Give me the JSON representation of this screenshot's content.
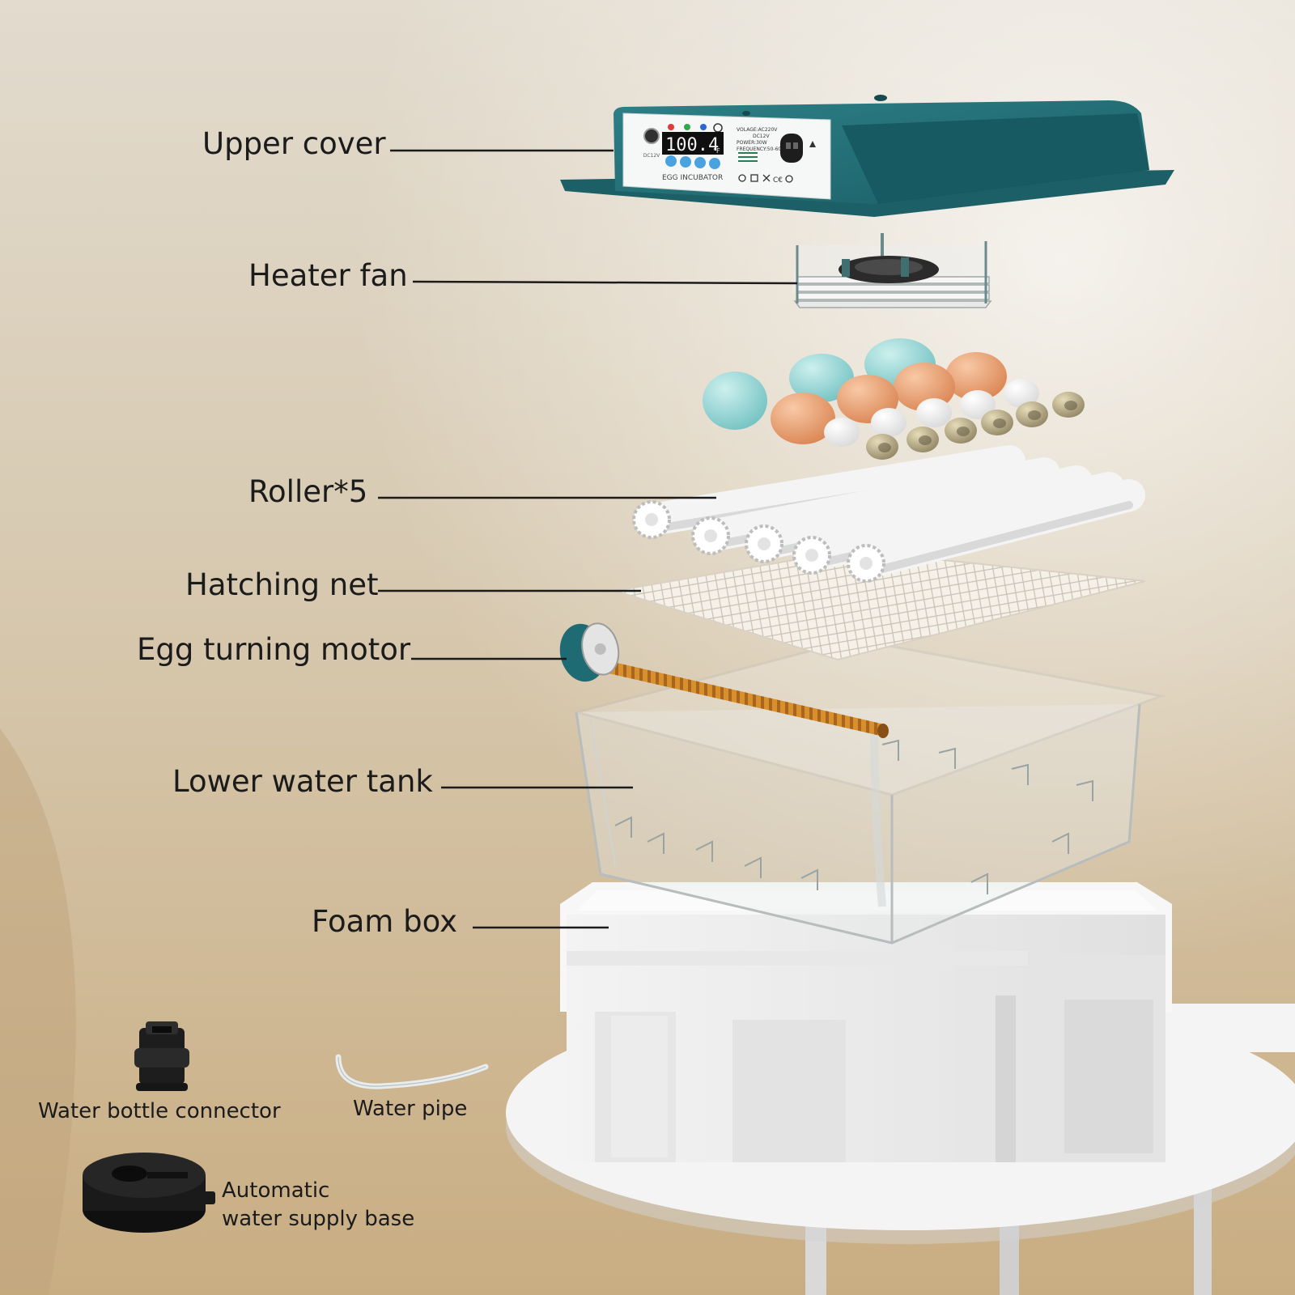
{
  "colors": {
    "teal": "#1f6b73",
    "background": "#d8cbb4",
    "foam": "#eeeeee",
    "egg_blue": "#8fd3d2",
    "egg_brown": "#e79a6d",
    "rod_orange": "#d8902e",
    "accessory_black": "#1d1d1d"
  },
  "labels": {
    "upper_cover": "Upper cover",
    "heater_fan": "Heater fan",
    "roller": "Roller*5",
    "hatching_net": "Hatching net",
    "egg_turning_motor": "Egg turning motor",
    "lower_water_tank": "Lower water tank",
    "foam_box": "Foam box",
    "water_bottle_connector": "Water bottle connector",
    "water_pipe": "Water pipe",
    "auto_base_line1": "Automatic",
    "auto_base_line2": "water supply base"
  },
  "panel": {
    "display": "100.4",
    "unit": "°F",
    "title": "EGG INCUBATOR",
    "dc_label": "DC12V",
    "spec_lines": [
      "VOLAGE:AC220V",
      "DC12V",
      "POWER:30W",
      "FREQUENCY:50-60Hz"
    ]
  },
  "icons": [
    "power-jack-icon",
    "led-indicator-icon",
    "control-button-icon",
    "power-socket-icon",
    "certification-marks-icon"
  ]
}
